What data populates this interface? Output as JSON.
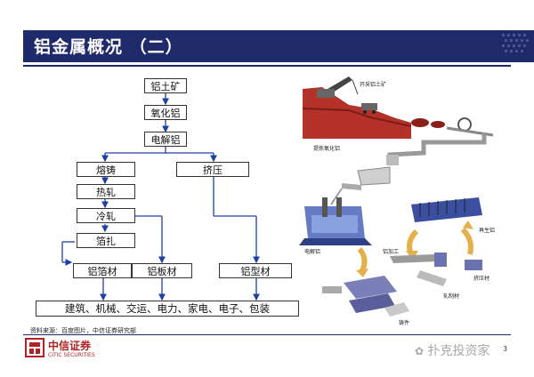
{
  "header": {
    "title": "铝金属概况 （二）",
    "accent_color": "#1f2a6b"
  },
  "flowchart": {
    "nodes": {
      "bauxite": "铝土矿",
      "alumina": "氧化铝",
      "electrolytic": "电解铝",
      "casting": "熔铸",
      "extrusion": "挤压",
      "hot_rolling": "热轧",
      "cold_rolling": "冷轧",
      "foil_rolling": "箔扎",
      "foil": "铝箔材",
      "plate": "铝板材",
      "profile": "铝型材",
      "applications": "建筑、机械、交运、电力、家电、电子、包装"
    }
  },
  "illustration": {
    "labels": {
      "mining": "开采铝土矿",
      "refining": "提炼氧化铝",
      "electrolysis": "电解铝",
      "processing": "铝加工",
      "recycled": "再生铝",
      "rolled": "轧制材",
      "extruded": "挤压材",
      "cast": "铸件"
    }
  },
  "footer": {
    "source": "资料来源：百度图片，中信证券研究部",
    "logo_cn": "中信证券",
    "logo_en": "CITIC SECURITIES",
    "page_number": "3",
    "watermark": "扑克投资家"
  }
}
